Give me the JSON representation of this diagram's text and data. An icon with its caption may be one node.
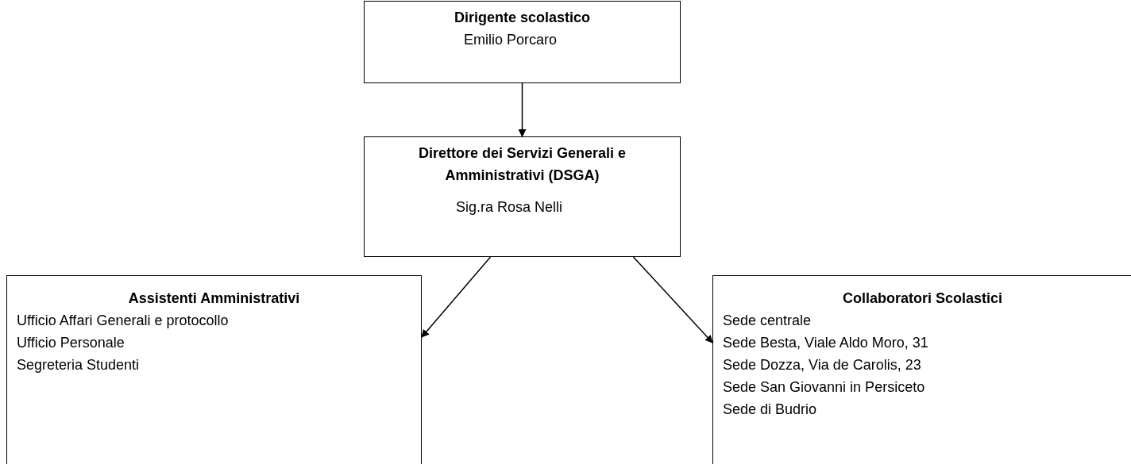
{
  "diagram": {
    "nodes": [
      {
        "text": [
          "Dirigente scolastico",
          "Emilio Porcaro"
        ]
      },
      {
        "text": [
          "Direttore dei Servizi Generali e Amministrativi (DSGA)",
          "Sig.ra Rosa Nelli"
        ]
      },
      {
        "text": [
          "Assistenti Amministrativi",
          "Ufficio Affari Generali e protocollo",
          "Ufficio Personale",
          "Segreteria Studenti"
        ]
      },
      {
        "text": [
          "Collaboratori Scolastici",
          "Sede centrale",
          "Sede Besta, Viale Aldo Moro, 31",
          "Sede Dozza, Via de Carolis, 23",
          "Sede San Giovanni in Persiceto",
          "Sede di Budrio"
        ]
      }
    ],
    "edges": [
      {
        "from": 0,
        "to": 1,
        "arrow": "to"
      },
      {
        "from": 1,
        "to": 2,
        "arrow": "to"
      },
      {
        "from": 1,
        "to": 3,
        "arrow": "to"
      }
    ]
  }
}
